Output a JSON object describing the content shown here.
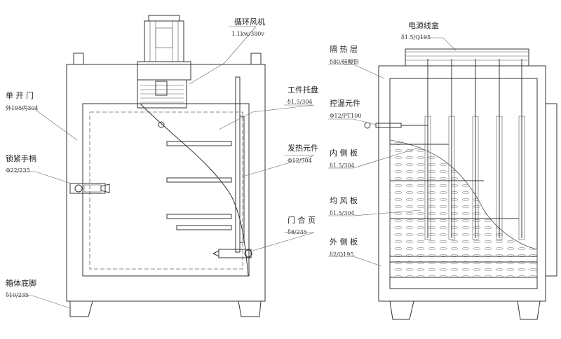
{
  "left_view": {
    "labels": [
      {
        "id": "fan",
        "title": "循环风机",
        "spec": "1.1kw/380v"
      },
      {
        "id": "door",
        "title": "单 开 门",
        "spec": "外195内304"
      },
      {
        "id": "tray",
        "title": "工件托盘",
        "spec": "δ1.5/304"
      },
      {
        "id": "heater",
        "title": "发热元件",
        "spec": "Φ12/304"
      },
      {
        "id": "handle",
        "title": "锁紧手柄",
        "spec": "Φ22/235"
      },
      {
        "id": "hinge",
        "title": "门 合 页",
        "spec": "δ8/235"
      },
      {
        "id": "base",
        "title": "箱体底脚",
        "spec": "δ10/235"
      }
    ]
  },
  "right_view": {
    "labels": [
      {
        "id": "power_box",
        "title": "电源线盒",
        "spec": "δ1.5/Q195"
      },
      {
        "id": "insulation",
        "title": "隔 热 层",
        "spec": "δ80/硅酸铝"
      },
      {
        "id": "temp_element",
        "title": "控温元件",
        "spec": "Φ12/PT100"
      },
      {
        "id": "inner_plate",
        "title": "内 侧 板",
        "spec": "δ1.5/304"
      },
      {
        "id": "air_plate",
        "title": "均 风 板",
        "spec": "δ1.5/304"
      },
      {
        "id": "outer_plate",
        "title": "外 侧 板",
        "spec": "δ2/Q195"
      }
    ]
  }
}
